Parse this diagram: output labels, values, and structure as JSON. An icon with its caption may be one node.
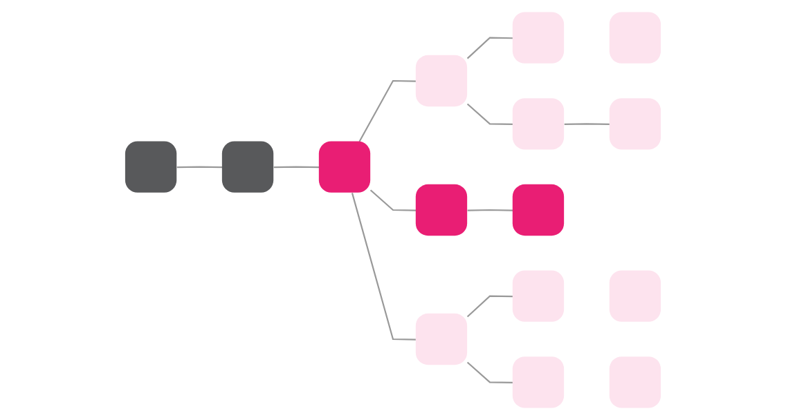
{
  "diagram": {
    "nodes": [
      {
        "text": [],
        "shape": "box"
      },
      {
        "text": [],
        "shape": "box"
      },
      {
        "text": [],
        "shape": "box"
      },
      {
        "text": [],
        "shape": "box"
      },
      {
        "text": [],
        "shape": "box"
      },
      {
        "text": [],
        "shape": "box"
      },
      {
        "text": [],
        "shape": "box"
      },
      {
        "text": [],
        "shape": "box"
      },
      {
        "text": [],
        "shape": "box"
      },
      {
        "text": [],
        "shape": "box"
      },
      {
        "text": [],
        "shape": "box"
      },
      {
        "text": [],
        "shape": "box"
      },
      {
        "text": [],
        "shape": "box"
      },
      {
        "text": [],
        "shape": "box"
      },
      {
        "text": [],
        "shape": "box"
      }
    ],
    "edges": [
      {
        "from": 0,
        "to": 1,
        "arrow": "none"
      },
      {
        "from": 1,
        "to": 2,
        "arrow": "none"
      },
      {
        "from": 2,
        "to": 3,
        "arrow": "none"
      },
      {
        "from": 2,
        "to": 4,
        "arrow": "none"
      },
      {
        "from": 2,
        "to": 5,
        "arrow": "none"
      },
      {
        "from": 3,
        "to": 6,
        "arrow": "none"
      },
      {
        "from": 3,
        "to": 7,
        "arrow": "none"
      },
      {
        "from": 7,
        "to": 12,
        "arrow": "none"
      },
      {
        "from": 4,
        "to": 8,
        "arrow": "none"
      },
      {
        "from": 5,
        "to": 9,
        "arrow": "none"
      },
      {
        "from": 5,
        "to": 10,
        "arrow": "none"
      }
    ]
  }
}
